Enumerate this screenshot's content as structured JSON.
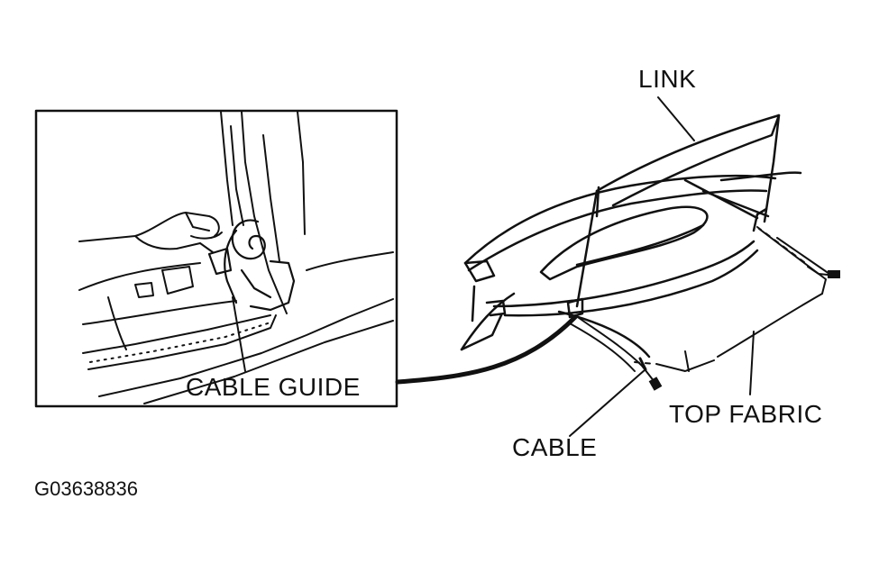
{
  "labels": {
    "link": "LINK",
    "cable_guide": "CABLE GUIDE",
    "top_fabric": "TOP FABRIC",
    "cable": "CABLE"
  },
  "figure_id": "G03638836",
  "colors": {
    "line": "#111111",
    "background": "#ffffff"
  }
}
